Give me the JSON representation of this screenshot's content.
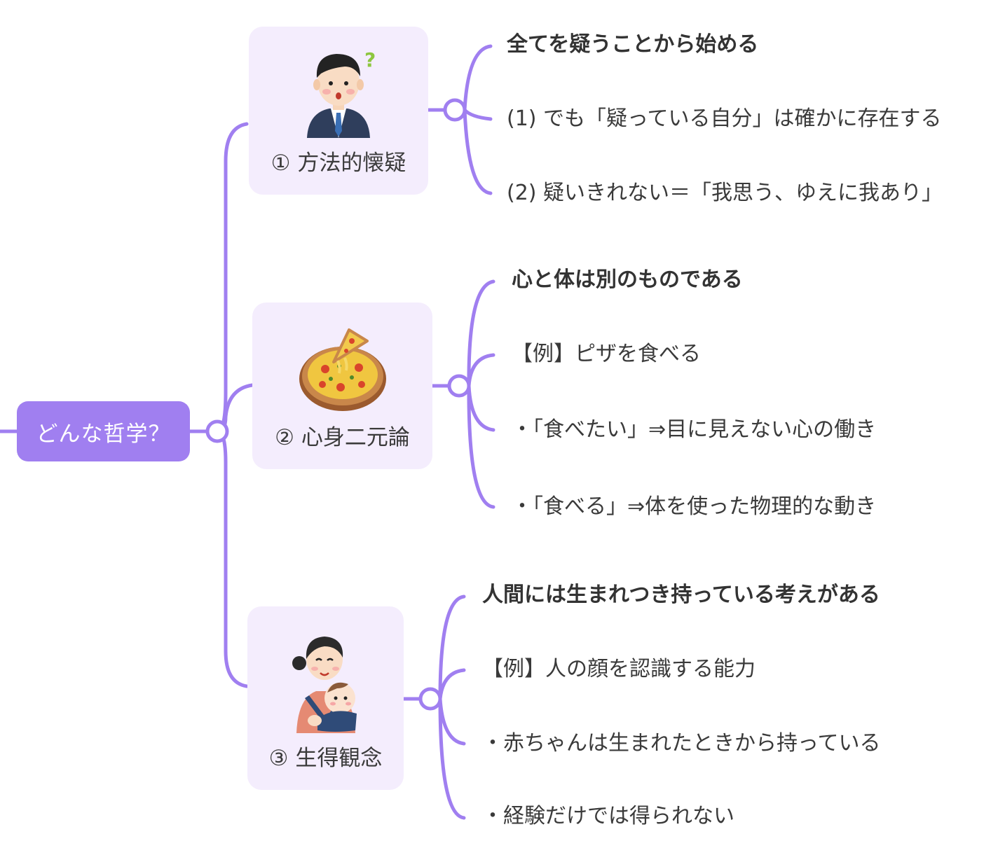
{
  "root": {
    "label": "どんな哲学？"
  },
  "topics": [
    {
      "label": "① 方法的懐疑",
      "illustration": "businessman-question-icon",
      "question_mark": "?",
      "children": [
        "全てを疑うことから始める",
        "(1) でも「疑っている自分」は確かに存在する",
        "(2) 疑いきれない＝「我思う、ゆえに我あり」"
      ]
    },
    {
      "label": "② 心身二元論",
      "illustration": "pizza-icon",
      "children": [
        "心と体は別のものである",
        "【例】ピザを食べる",
        "・「食べたい」⇒目に見えない心の働き",
        "・「食べる」⇒体を使った物理的な動き"
      ]
    },
    {
      "label": "③ 生得観念",
      "illustration": "mother-baby-icon",
      "children": [
        "人間には生まれつき持っている考えがある",
        "【例】人の顔を認識する能力",
        "・赤ちゃんは生まれたときから持っている",
        "・経験だけでは得られない"
      ]
    }
  ],
  "colors": {
    "accent": "#a07ff0",
    "topic_bg": "#f4edfd",
    "text": "#3a3a3a",
    "background": "#ffffff"
  }
}
